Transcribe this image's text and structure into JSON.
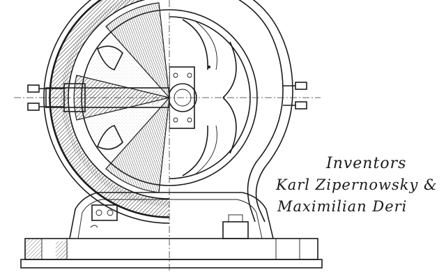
{
  "caption": {
    "title": "Inventors",
    "name_line_1": "Karl Zipernowsky &",
    "name_line_2": "Maximilian Deri"
  },
  "colors": {
    "ink": "#1b1b1b",
    "paper": "#ffffff"
  }
}
